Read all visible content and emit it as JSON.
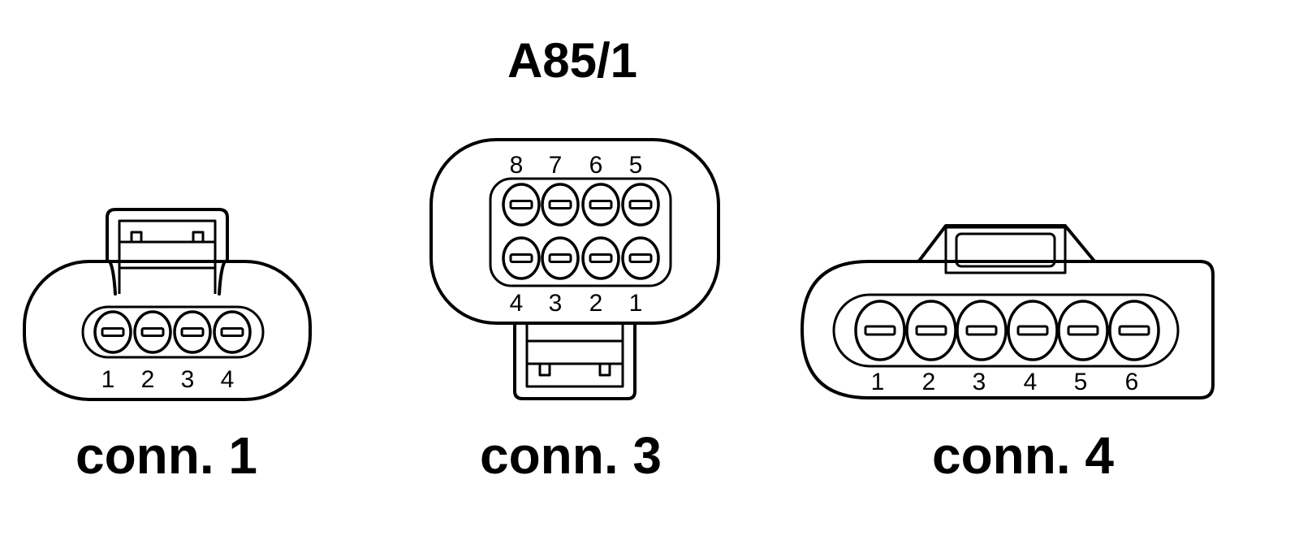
{
  "title": "A85/1",
  "connectors": [
    {
      "id": "conn1",
      "caption": "conn. 1",
      "pins": [
        "1",
        "2",
        "3",
        "4"
      ]
    },
    {
      "id": "conn3",
      "caption": "conn. 3",
      "pins_top": [
        "8",
        "7",
        "6",
        "5"
      ],
      "pins_bottom": [
        "4",
        "3",
        "2",
        "1"
      ]
    },
    {
      "id": "conn4",
      "caption": "conn. 4",
      "pins": [
        "1",
        "2",
        "3",
        "4",
        "5",
        "6"
      ]
    }
  ]
}
